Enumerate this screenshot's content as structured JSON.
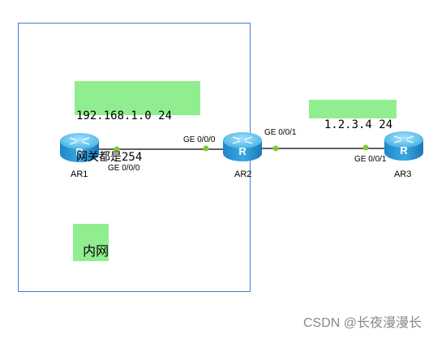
{
  "notes": {
    "subnet_line1": "192.168.1.0 24",
    "subnet_line2": "网关都是254",
    "wan_address": "1.2.3.4 24",
    "lan_label": "内网"
  },
  "routers": {
    "ar1": {
      "name": "AR1",
      "icon": "router-icon"
    },
    "ar2": {
      "name": "AR2",
      "icon": "router-icon"
    },
    "ar3": {
      "name": "AR3",
      "icon": "router-icon"
    }
  },
  "ports": {
    "ar1_port": "GE 0/0/0",
    "ar2_left_port": "GE 0/0/0",
    "ar2_right_port": "GE 0/0/1",
    "ar3_port": "GE 0/0/1"
  },
  "watermark": "CSDN @长夜漫漫长",
  "colors": {
    "note_fill": "#90ee90",
    "zone_border": "#3a7bd5",
    "link": "#000000",
    "port_dot": "#7ccd35",
    "router_body": "#3aa3de",
    "router_top": "#7fd0f5"
  }
}
